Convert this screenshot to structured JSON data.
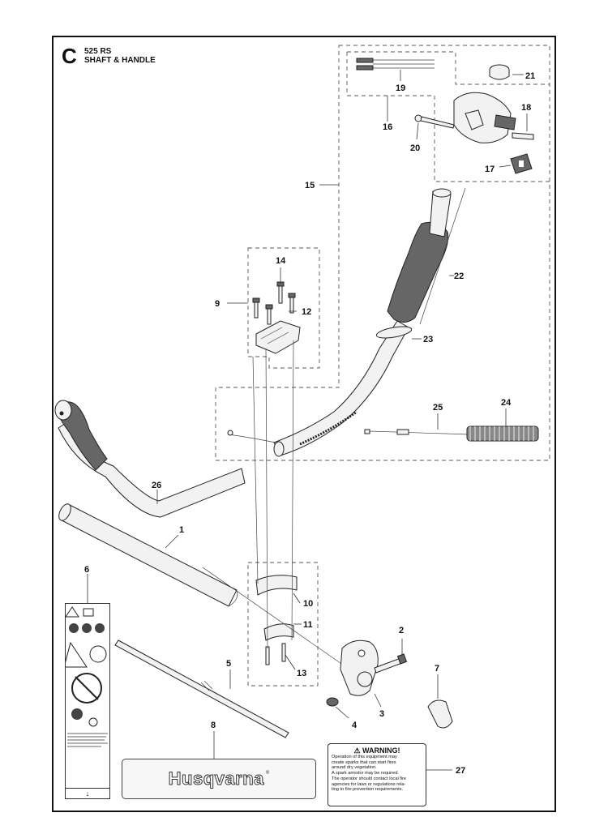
{
  "header": {
    "letter": "C",
    "model": "525 RS",
    "title": "SHAFT & HANDLE"
  },
  "parts": [
    {
      "num": "1"
    },
    {
      "num": "2"
    },
    {
      "num": "3"
    },
    {
      "num": "4"
    },
    {
      "num": "5"
    },
    {
      "num": "6"
    },
    {
      "num": "7"
    },
    {
      "num": "8"
    },
    {
      "num": "9"
    },
    {
      "num": "10"
    },
    {
      "num": "11"
    },
    {
      "num": "12"
    },
    {
      "num": "13"
    },
    {
      "num": "14"
    },
    {
      "num": "15"
    },
    {
      "num": "16"
    },
    {
      "num": "17"
    },
    {
      "num": "18"
    },
    {
      "num": "19"
    },
    {
      "num": "20"
    },
    {
      "num": "21"
    },
    {
      "num": "22"
    },
    {
      "num": "23"
    },
    {
      "num": "24"
    },
    {
      "num": "25"
    },
    {
      "num": "26"
    },
    {
      "num": "27"
    }
  ],
  "warning_label": {
    "title": "WARNING!",
    "lines": [
      "Operation of this equipment may",
      "create sparks that can start fires",
      "around dry vegetation.",
      "A spark arrestor may be required.",
      "The operator should contact local fire",
      "agencies for laws or regulations rela-",
      "ting to fire prevention requirements."
    ]
  },
  "logo": {
    "text": "Husqvarna",
    "mark": "®"
  }
}
